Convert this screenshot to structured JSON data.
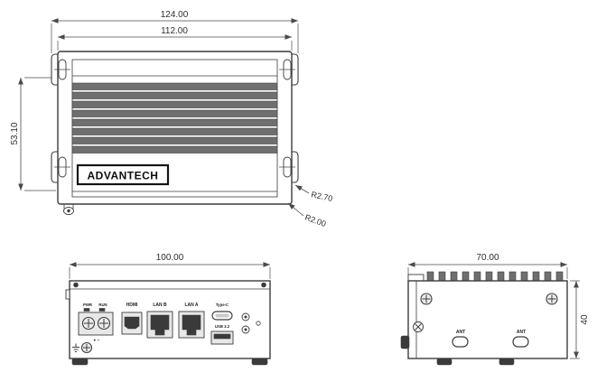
{
  "top_view": {
    "dim_overall_width": "124.00",
    "dim_body_width": "112.00",
    "dim_depth": "53.10",
    "radius_callout_1": "R2.70",
    "radius_callout_2": "R2.00",
    "logo": "ADVANTECH"
  },
  "front_view": {
    "dim_width": "100.00",
    "led_pwr": "PWR",
    "led_run": "RUN",
    "port_hdmi": "HDMI",
    "port_lan_b": "LAN B",
    "port_lan_a": "LAN A",
    "port_type_c": "Type-C",
    "port_usb": "USB 3.2",
    "polarity": "+ −"
  },
  "side_view": {
    "dim_width": "70.00",
    "dim_height": "40",
    "ant_left": "ANT",
    "ant_right": "ANT"
  },
  "icons": {
    "ground": "earth-ground-symbol",
    "screw": "phillips-screw",
    "mount_slot": "mounting-slot"
  },
  "colors": {
    "line": "#3c3c3c",
    "dim": "#4a4a4a",
    "text": "#2d2d2d",
    "fill_dark": "#3a3a3a",
    "fill_fin": "#6f6f6f"
  }
}
